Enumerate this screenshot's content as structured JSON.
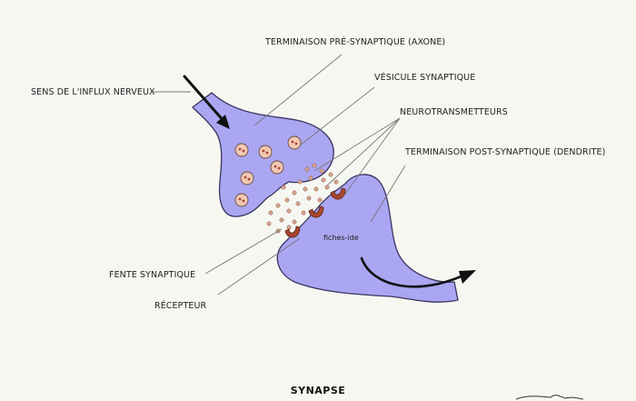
{
  "diagram": {
    "labels": {
      "presynaptic": "TERMINAISON PRÉ-SYNAPTIQUE (AXONE)",
      "vesicle": "VÉSICULE SYNAPTIQUE",
      "neurotransmitters": "NEUROTRANSMETTEURS",
      "postsynaptic": "TERMINAISON POST-SYNAPTIQUE (DENDRITE)",
      "impulse_direction": "SENS DE L'INFLUX NERVEUX",
      "synaptic_cleft": "FENTE SYNAPTIQUE",
      "receptor": "RÉCEPTEUR"
    },
    "watermark": "fiches-ide",
    "title": "SYNAPSE"
  },
  "colors": {
    "background": "#f7f7f2",
    "neuron_fill": "#aaa6f2",
    "neuron_stroke": "#3a3560",
    "receptor": "#a8472e",
    "neurotransmitter": "#d8a48e",
    "vesicle_fill": "#f0c8b4",
    "arrow": "#111111"
  },
  "icons": {
    "impulse_arrow": "arrow-down-right-icon",
    "exit_arrow": "curved-arrow-right-icon"
  }
}
